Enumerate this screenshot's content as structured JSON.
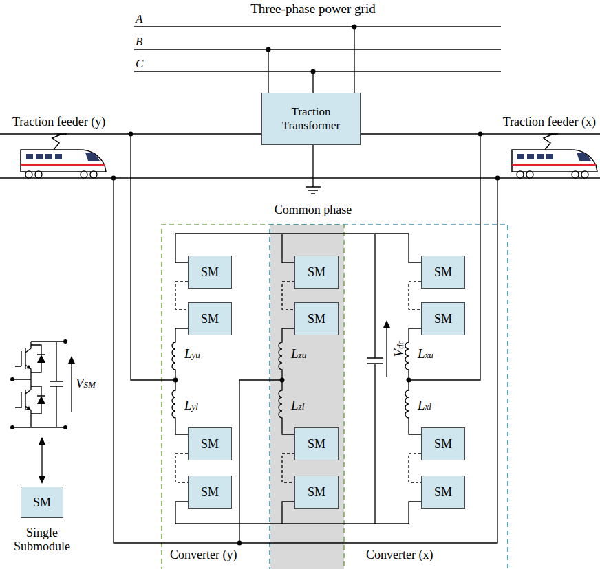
{
  "diagram": {
    "nodes": [
      {
        "text": [
          "Traction Transformer"
        ]
      },
      {
        "text": [
          "SM"
        ]
      },
      {
        "text": [
          "SM"
        ]
      },
      {
        "text": [
          "SM"
        ]
      },
      {
        "text": [
          "SM"
        ]
      },
      {
        "text": [
          "SM"
        ]
      },
      {
        "text": [
          "SM"
        ]
      },
      {
        "text": [
          "SM"
        ]
      },
      {
        "text": [
          "SM"
        ]
      },
      {
        "text": [
          "SM"
        ]
      },
      {
        "text": [
          "SM"
        ]
      },
      {
        "text": [
          "SM"
        ]
      },
      {
        "text": [
          "SM"
        ]
      },
      {
        "text": [
          "SM"
        ]
      }
    ],
    "edges": [
      {
        "from": 1,
        "to": 2,
        "arrow": "none"
      },
      {
        "from": 3,
        "to": 4,
        "arrow": "none"
      },
      {
        "from": 5,
        "to": 6,
        "arrow": "none"
      },
      {
        "from": 7,
        "to": 8,
        "arrow": "none"
      },
      {
        "from": 9,
        "to": 10,
        "arrow": "none"
      },
      {
        "from": 11,
        "to": 12,
        "arrow": "none"
      }
    ],
    "labels": [
      "Three-phase power grid",
      "A",
      "B",
      "C",
      "Traction feeder (y)",
      "Traction feeder (x)",
      "Common phase",
      "Lyu",
      "Lzu",
      "Vdc",
      "Lxu",
      "Lyl",
      "Lzl",
      "Lxl",
      "VSM",
      "Single Submodule",
      "Converter (y)",
      "Converter (x)"
    ]
  }
}
